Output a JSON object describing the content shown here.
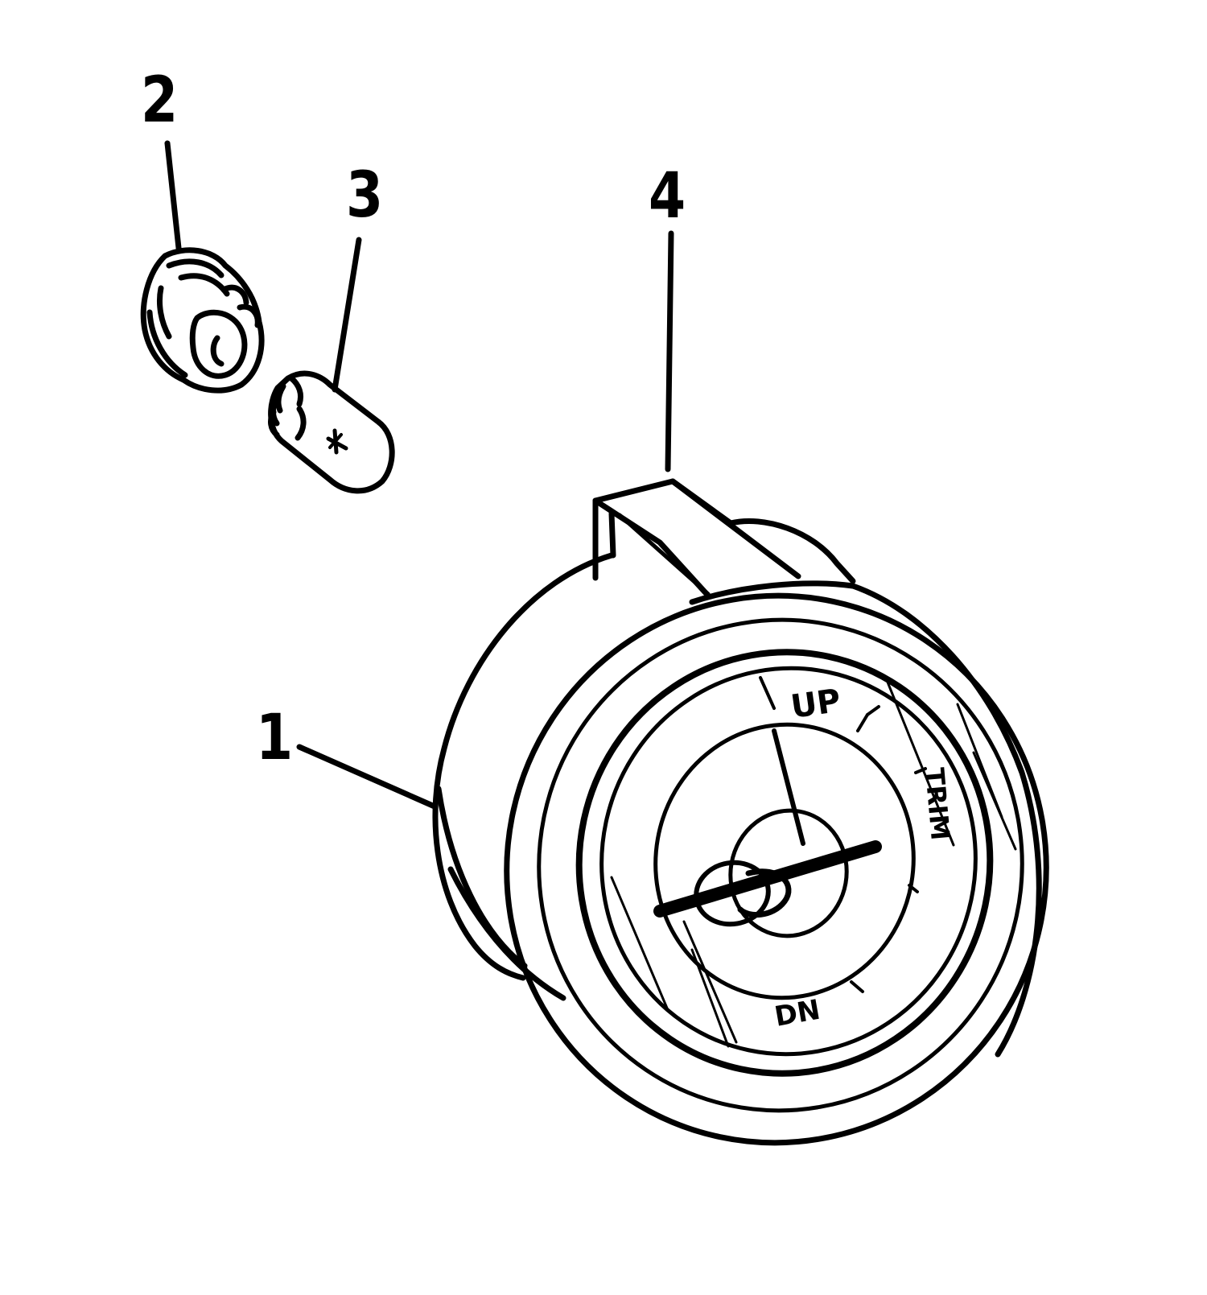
{
  "callouts": [
    {
      "id": "1",
      "label": "1"
    },
    {
      "id": "2",
      "label": "2"
    },
    {
      "id": "3",
      "label": "3"
    },
    {
      "id": "4",
      "label": "4"
    }
  ],
  "gauge_face": {
    "top_label": "UP",
    "bottom_label": "DN",
    "side_label": "TRIM"
  }
}
